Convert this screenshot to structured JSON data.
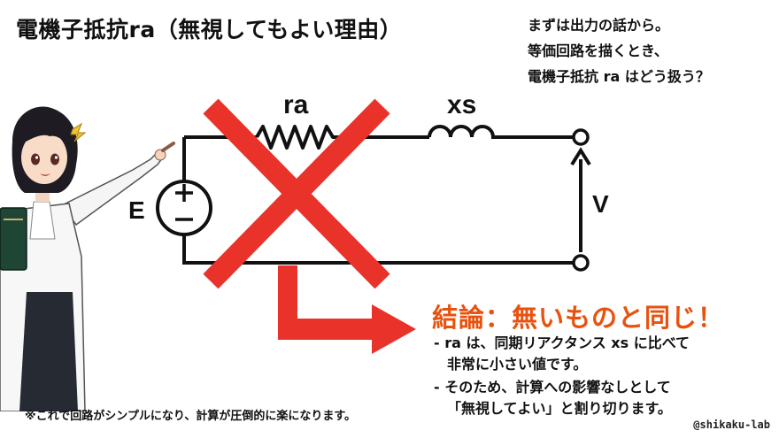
{
  "title": "電機子抵抗ra（無視してもよい理由）",
  "intro": {
    "line1": "まずは出力の話から。",
    "line2": "等価回路を描くとき、",
    "line3": "電機子抵抗 ra はどう扱う？"
  },
  "circuit": {
    "source_label": "E",
    "resistor_label": "ra",
    "reactance_label": "xs",
    "voltage_label": "V"
  },
  "conclusion": "結論：無いものと同じ！",
  "bullets": {
    "b1_line1": "- ra は、同期リアクタンス xs に比べて",
    "b1_line2": "非常に小さい値です。",
    "b2_line1": "- そのため、計算への影響なしとして",
    "b2_line2": "「無視してよい」と割り切ります。"
  },
  "footnote": "※これで回路がシンプルになり、計算が圧倒的に楽になります。",
  "credit": "@shikaku-lab",
  "colors": {
    "accent_red": "#e8322a",
    "conclusion_orange": "#e8520f",
    "text": "#111111"
  },
  "icons": {
    "character": "scientist-girl-illustration",
    "cross_mark": "red-x-icon",
    "arrow": "red-arrow-icon"
  }
}
